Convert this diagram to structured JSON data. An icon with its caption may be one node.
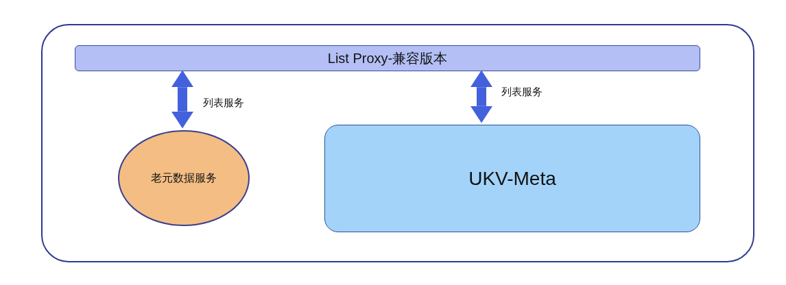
{
  "diagram": {
    "nodes": [
      {
        "text": [],
        "shape": "box"
      },
      {
        "text": [
          "List Proxy-兼容版本"
        ],
        "in": 0
      },
      {
        "text": [
          "老元数据服务"
        ],
        "in": 0
      },
      {
        "text": [
          "UKV-Meta"
        ],
        "in": 0
      }
    ],
    "edges": [
      {
        "from": 1,
        "to": 2,
        "arrow": "both",
        "label": "列表服务"
      },
      {
        "from": 1,
        "to": 3,
        "arrow": "both",
        "label": "列表服务"
      }
    ]
  }
}
